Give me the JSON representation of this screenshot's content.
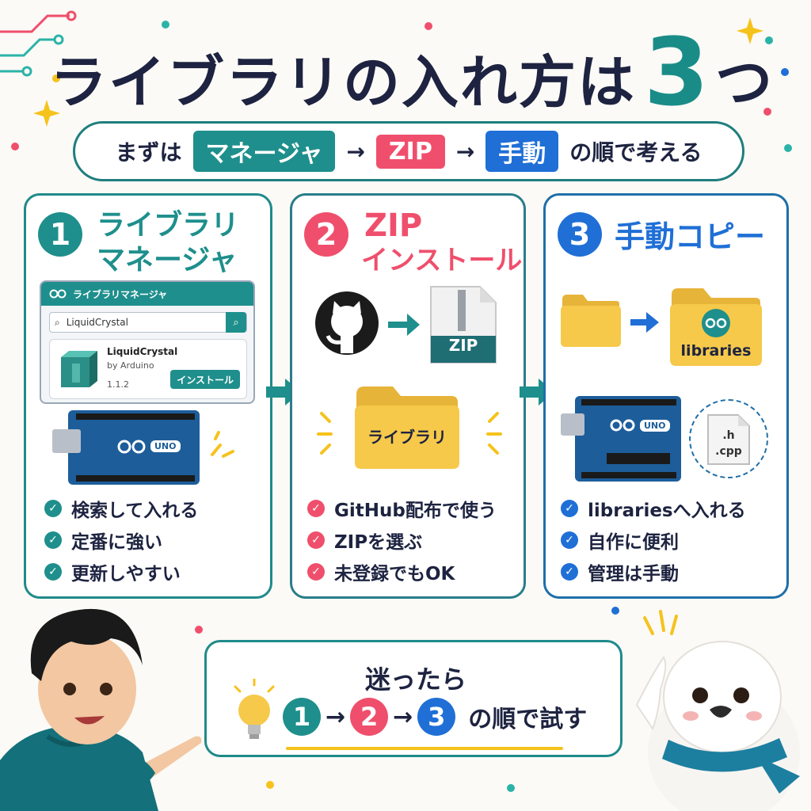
{
  "title": {
    "main": "ライブラリの入れ方は",
    "number": "3",
    "suffix": "つ"
  },
  "subtitle": {
    "prefix": "まずは",
    "chip1": "マネージャ",
    "chip2": "ZIP",
    "chip3": "手動",
    "arrow": "→",
    "suffix": "の順で考える"
  },
  "panel1": {
    "num": "1",
    "title_line1": "ライブラリ",
    "title_line2": "マネージャ",
    "window": {
      "title": "ライブラリマネージャ",
      "search_value": "LiquidCrystal",
      "lib_name": "LiquidCrystal",
      "lib_by": "by Arduino",
      "lib_version": "1.1.2",
      "install_button": "インストール"
    },
    "board_label": "UNO",
    "checks": [
      "検索して入れる",
      "定番に強い",
      "更新しやすい"
    ]
  },
  "panel2": {
    "num": "2",
    "title_line1": "ZIP",
    "title_line2": "インストール",
    "zip_label": "ZIP",
    "folder_label": "ライブラリ",
    "checks": [
      "GitHub配布で使う",
      "ZIPを選ぶ",
      "未登録でもOK"
    ]
  },
  "panel3": {
    "num": "3",
    "title": "手動コピー",
    "folder_label": "libraries",
    "board_label": "UNO",
    "file_h": ".h",
    "file_cpp": ".cpp",
    "checks": [
      "librariesへ入れる",
      "自作に便利",
      "管理は手動"
    ]
  },
  "bottom": {
    "title": "迷ったら",
    "n1": "1",
    "n2": "2",
    "n3": "3",
    "arrow": "→",
    "suffix": "の順で試す"
  },
  "colors": {
    "teal": "#1e8f8c",
    "pink": "#ef4f6c",
    "blue": "#1f6fd6",
    "navy": "#1d2340",
    "folder": "#f6c94a"
  }
}
